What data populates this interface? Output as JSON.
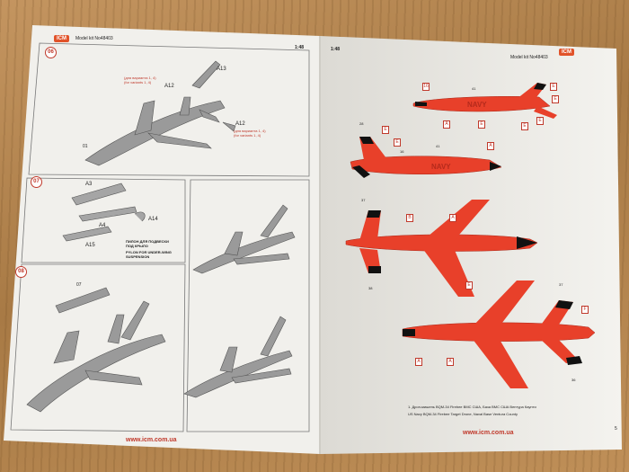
{
  "left_page": {
    "header_model": "Model kit No48403",
    "scale": "1:48",
    "brand": "ICM",
    "url": "www.icm.com.ua",
    "step_06": {
      "number": "06",
      "parts": [
        "A13",
        "A12",
        "A12"
      ],
      "note_top": [
        "(для варианта 1, 4)",
        "(for variants 1, 4)"
      ],
      "note_bottom": [
        "(для варианта 1, 4)",
        "(for variants 1, 4)"
      ],
      "view_num": "01"
    },
    "step_07": {
      "number": "07",
      "parts": [
        "A3",
        "A4",
        "A14",
        "A15"
      ],
      "pylon_ru": [
        "ПИЛОН ДЛЯ ПОДВЕСКИ",
        "ПОД КРЫЛО"
      ],
      "pylon_en": [
        "PYLON FOR UNDER-WING",
        "SUSPENSION"
      ]
    },
    "step_08": {
      "number": "08",
      "part": "07"
    }
  },
  "right_page": {
    "scale": "1:48",
    "header_model": "Model kit No48403",
    "brand": "ICM",
    "url": "www.icm.com.ua",
    "page_number": "5",
    "caption_ru": "1. Дрон-мишень BQM-34 Firebee ВМС США, База ВМС США Вентура Каунти",
    "caption_en": "US Navy BQM-34 Firebee Target Drone, Naval Base Ventura County",
    "navy_text": "NAVY",
    "callouts": {
      "side1": [
        "41",
        "16",
        "E",
        "E",
        "E",
        "E",
        "A",
        "E"
      ],
      "side2": [
        "28",
        "E",
        "E",
        "16",
        "41",
        "A"
      ],
      "top": [
        "37",
        "B",
        "A",
        "38"
      ],
      "bottom": [
        "E",
        "37",
        "F",
        "A",
        "A",
        "36"
      ]
    }
  },
  "colors": {
    "drone_red": "#e8402a",
    "decal_red": "#c0392b",
    "paper": "#f4f3ef",
    "grey_model": "#8f8f8f"
  }
}
